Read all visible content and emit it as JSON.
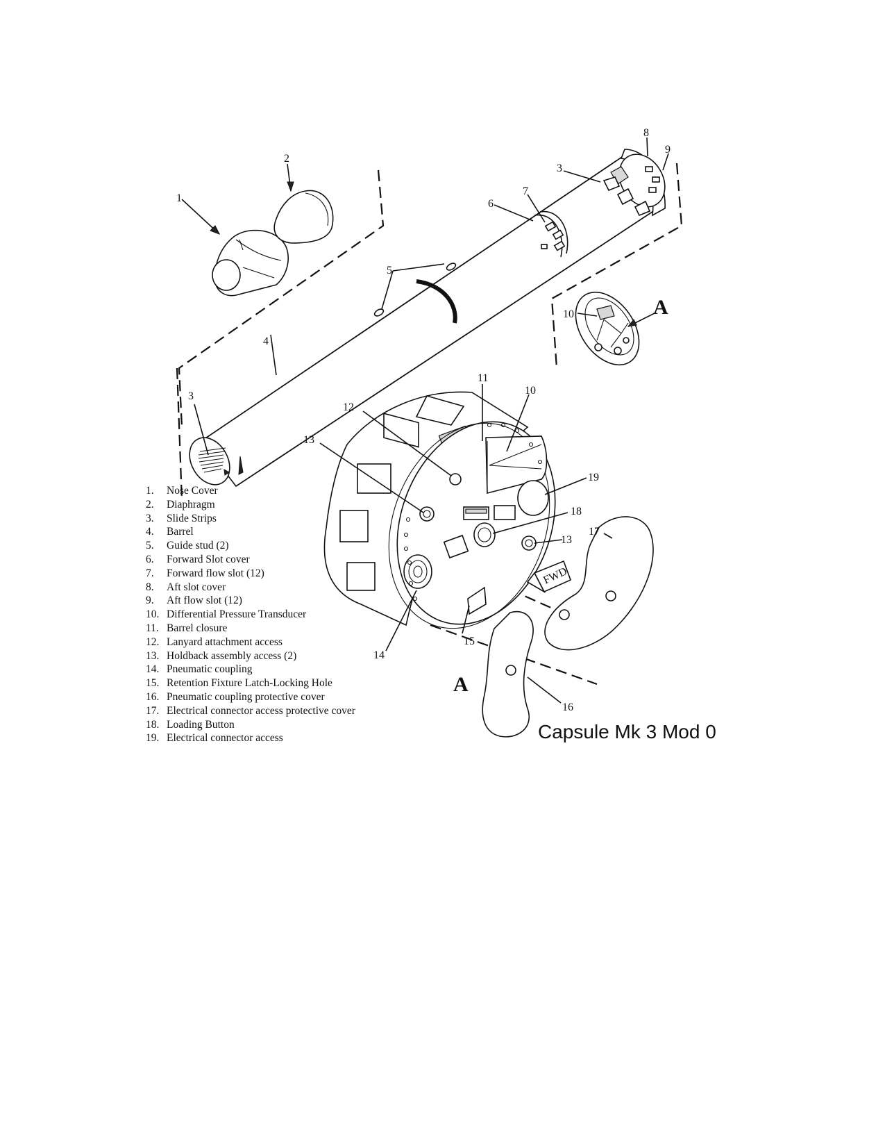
{
  "caption": "Capsule Mk 3 Mod 0",
  "view_label": "A",
  "fwd_marker": "FWD",
  "callout_numbers": {
    "nose_cover": "1",
    "diaphragm": "2",
    "slide_strips_top": "3",
    "slide_strips_bottom": "3",
    "barrel": "4",
    "guide_stud": "5",
    "forward_slot_cover": "6",
    "forward_flow_slot": "7",
    "aft_slot_cover": "8",
    "aft_flow_slot": "9",
    "transducer_detail": "10",
    "transducer_main": "10",
    "barrel_closure": "11",
    "lanyard_access": "12",
    "holdback_left": "13",
    "holdback_right": "13",
    "pneumatic_coupling": "14",
    "retention_hole": "15",
    "pneumatic_cover": "16",
    "electrical_cover": "17",
    "loading_button": "18",
    "electrical_access": "19"
  },
  "legend": [
    {
      "num": "1.",
      "label": "Nose Cover"
    },
    {
      "num": "2.",
      "label": "Diaphragm"
    },
    {
      "num": "3.",
      "label": "Slide Strips"
    },
    {
      "num": "4.",
      "label": "Barrel"
    },
    {
      "num": "5.",
      "label": "Guide stud (2)"
    },
    {
      "num": "6.",
      "label": "Forward Slot cover"
    },
    {
      "num": "7.",
      "label": "Forward flow slot  (12)"
    },
    {
      "num": "8.",
      "label": "Aft slot cover"
    },
    {
      "num": "9.",
      "label": "Aft flow slot  (12)"
    },
    {
      "num": "10.",
      "label": "Differential Pressure Transducer"
    },
    {
      "num": "11.",
      "label": "Barrel closure"
    },
    {
      "num": "12.",
      "label": "Lanyard attachment access"
    },
    {
      "num": "13.",
      "label": "Holdback assembly access  (2)"
    },
    {
      "num": "14.",
      "label": "Pneumatic coupling"
    },
    {
      "num": "15.",
      "label": "Retention Fixture Latch-Locking Hole"
    },
    {
      "num": "16.",
      "label": "Pneumatic coupling protective cover"
    },
    {
      "num": "17.",
      "label": "Electrical connector access protective cover"
    },
    {
      "num": "18.",
      "label": "Loading Button"
    },
    {
      "num": "19.",
      "label": "Electrical connector access"
    }
  ]
}
